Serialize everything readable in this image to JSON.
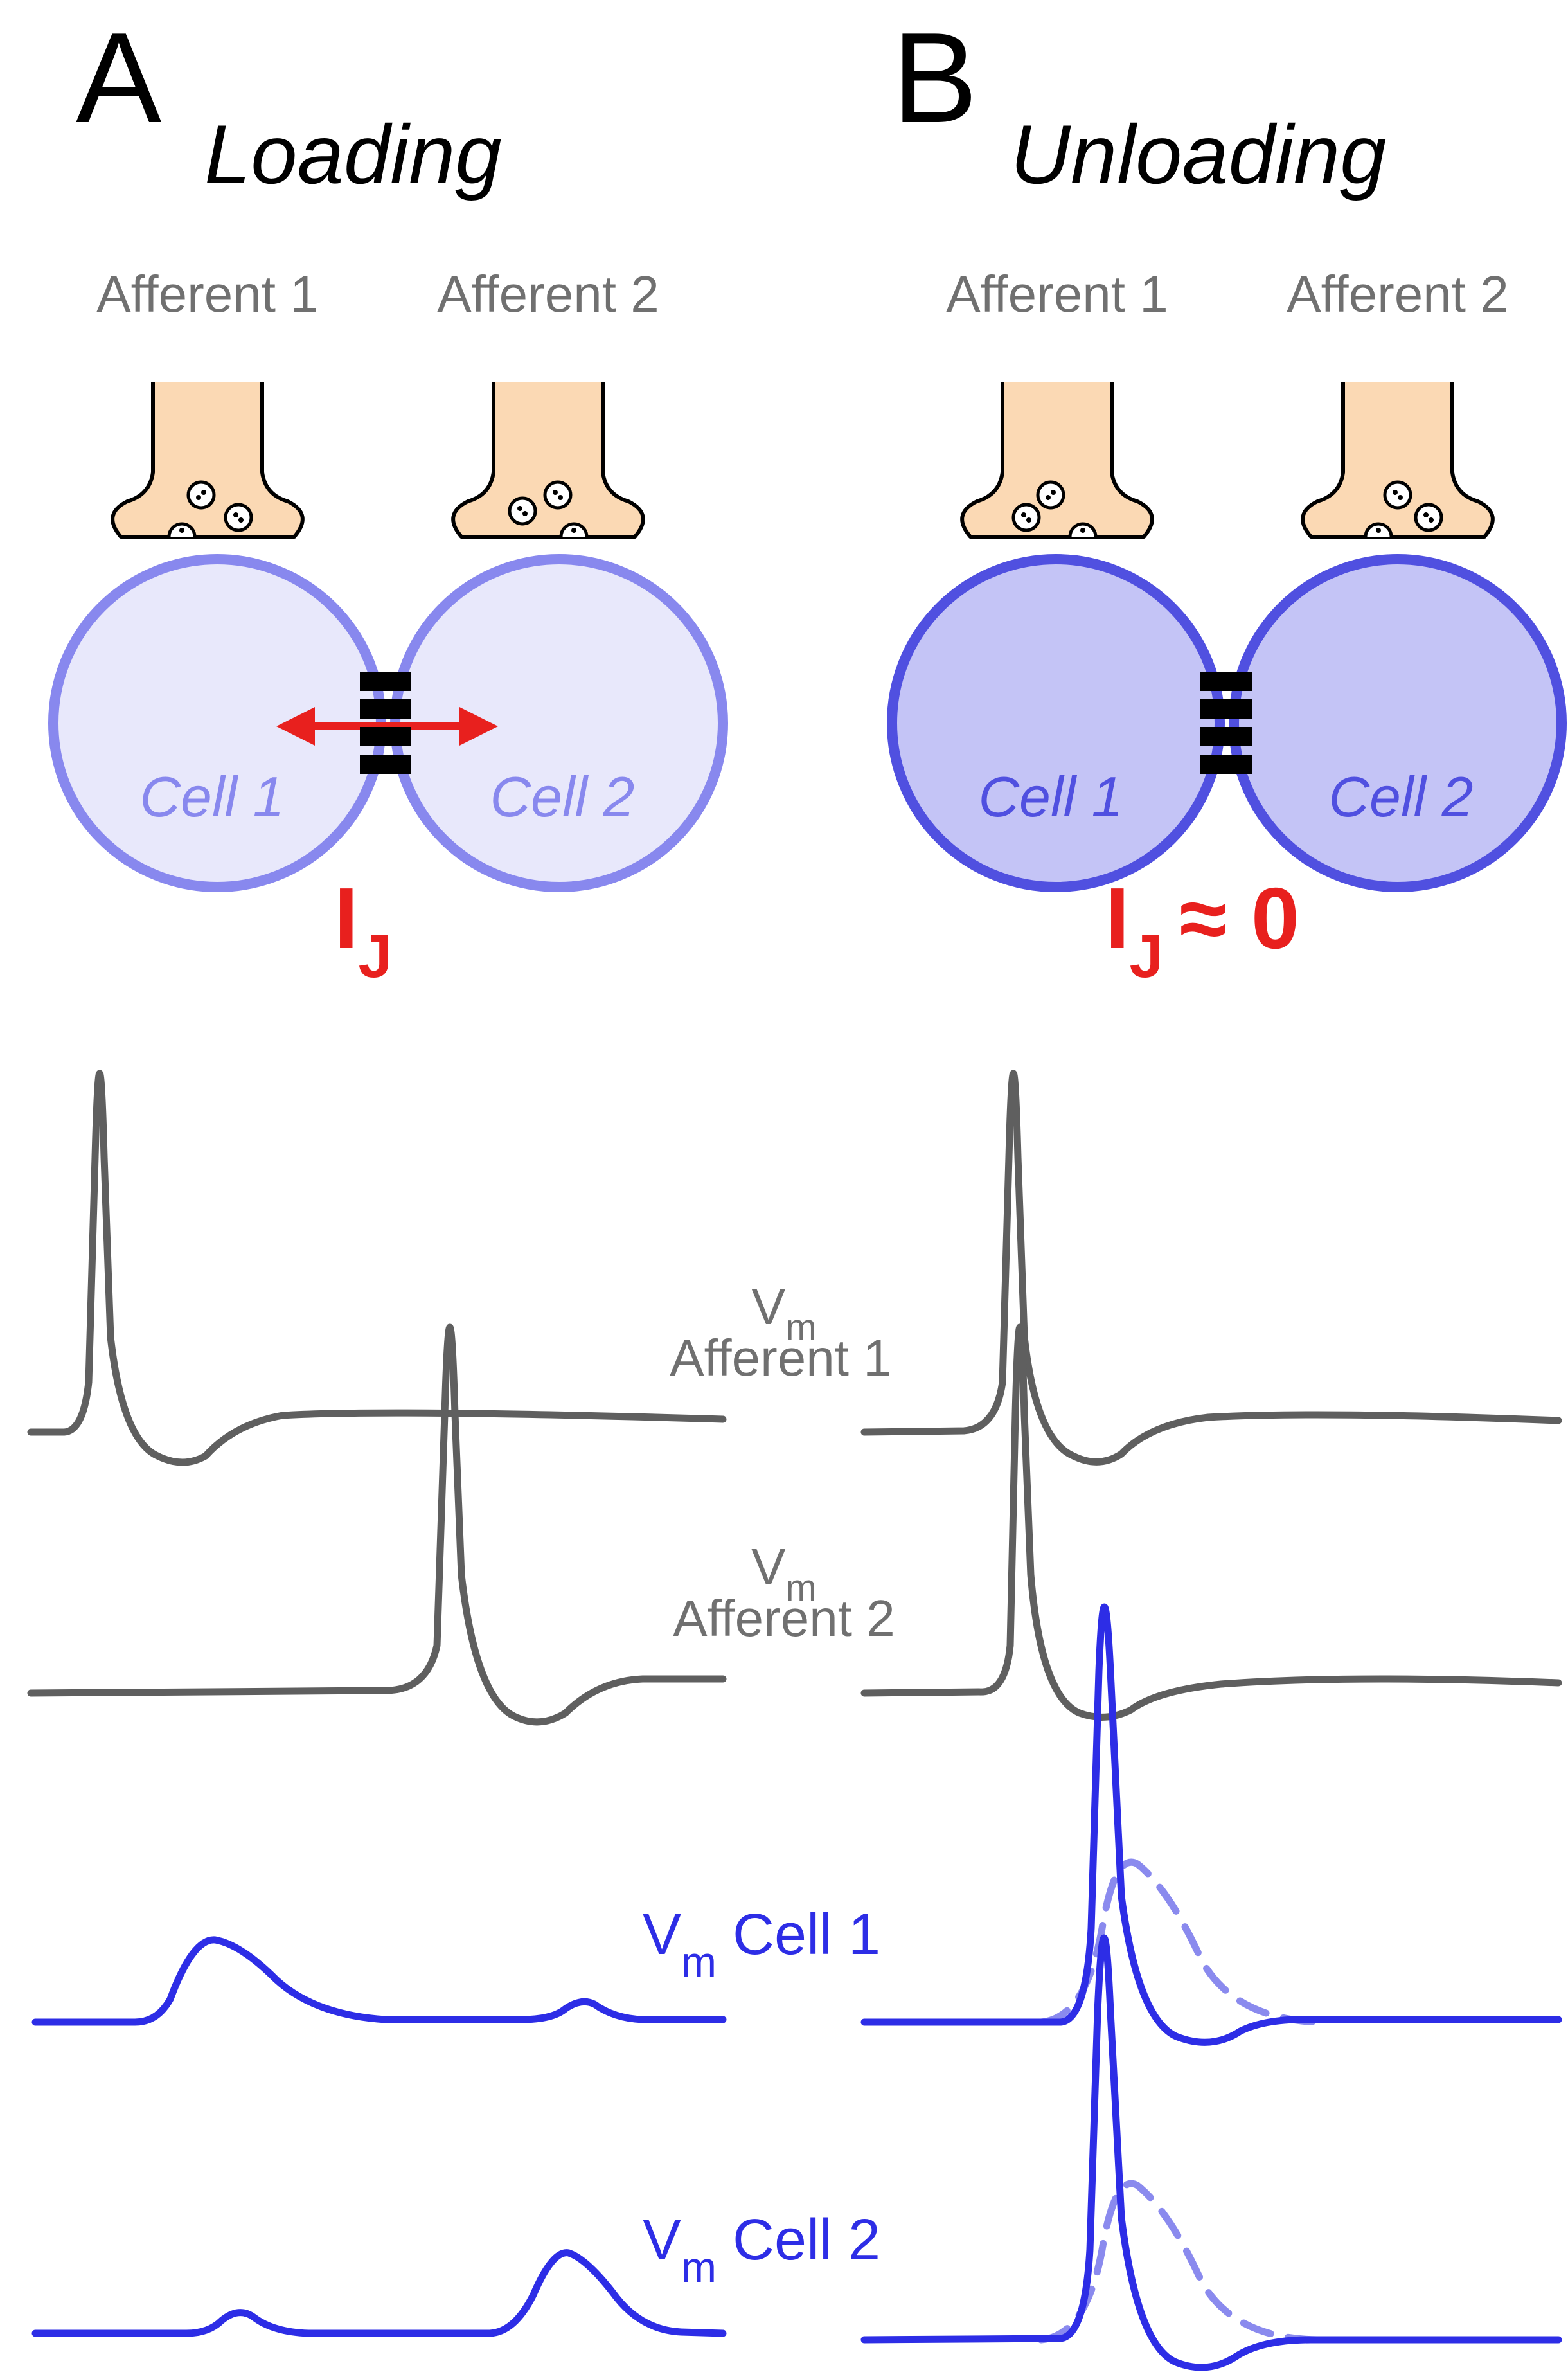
{
  "panel_a": {
    "letter": "A",
    "title": "Loading",
    "afferent_1": "Afferent 1",
    "afferent_2": "Afferent 2",
    "cell_1": "Cell 1",
    "cell_2": "Cell 2",
    "current_symbol": "I",
    "current_subscript": "J",
    "current_suffix": ""
  },
  "panel_b": {
    "letter": "B",
    "title": "Unloading",
    "afferent_1": "Afferent 1",
    "afferent_2": "Afferent 2",
    "cell_1": "Cell 1",
    "cell_2": "Cell 2",
    "current_symbol": "I",
    "current_subscript": "J",
    "current_suffix": "≈ 0"
  },
  "traces": {
    "vm_symbol": "V",
    "vm_subscript": "m",
    "afferent_1_label": "Afferent 1",
    "afferent_2_label": "Afferent 2",
    "cell_1_label": "Cell 1",
    "cell_2_label": "Cell 2"
  },
  "colors": {
    "afferent_trace": "#5f5f5f",
    "cell_trace": "#2d2de6",
    "cell_loading_fill": "#e8e8fb",
    "cell_loading_stroke": "#8888ee",
    "cell_unloading_fill": "#c4c4f6",
    "cell_unloading_stroke": "#5050e0",
    "terminal_fill": "#fbd9b4",
    "gap_junction": "#000000",
    "junction_current": "#e8201e",
    "label_gray": "#707070"
  }
}
